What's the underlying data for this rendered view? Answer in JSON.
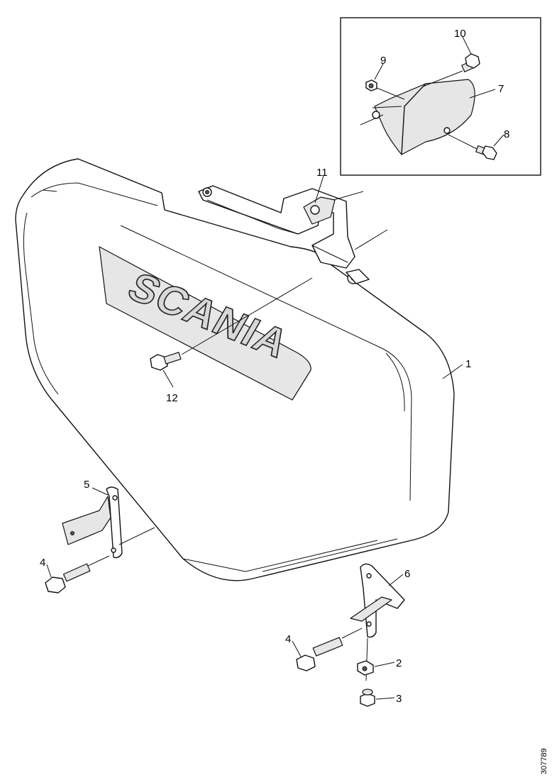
{
  "diagram": {
    "logo_text": "SCANIA",
    "reference_code": "307789",
    "callouts": [
      {
        "id": "1",
        "label": "1"
      },
      {
        "id": "2",
        "label": "2"
      },
      {
        "id": "3",
        "label": "3"
      },
      {
        "id": "4a",
        "label": "4"
      },
      {
        "id": "4b",
        "label": "4"
      },
      {
        "id": "5",
        "label": "5"
      },
      {
        "id": "6",
        "label": "6"
      },
      {
        "id": "7",
        "label": "7"
      },
      {
        "id": "8",
        "label": "8"
      },
      {
        "id": "9",
        "label": "9"
      },
      {
        "id": "10",
        "label": "10"
      },
      {
        "id": "11",
        "label": "11"
      },
      {
        "id": "12",
        "label": "12"
      }
    ]
  }
}
